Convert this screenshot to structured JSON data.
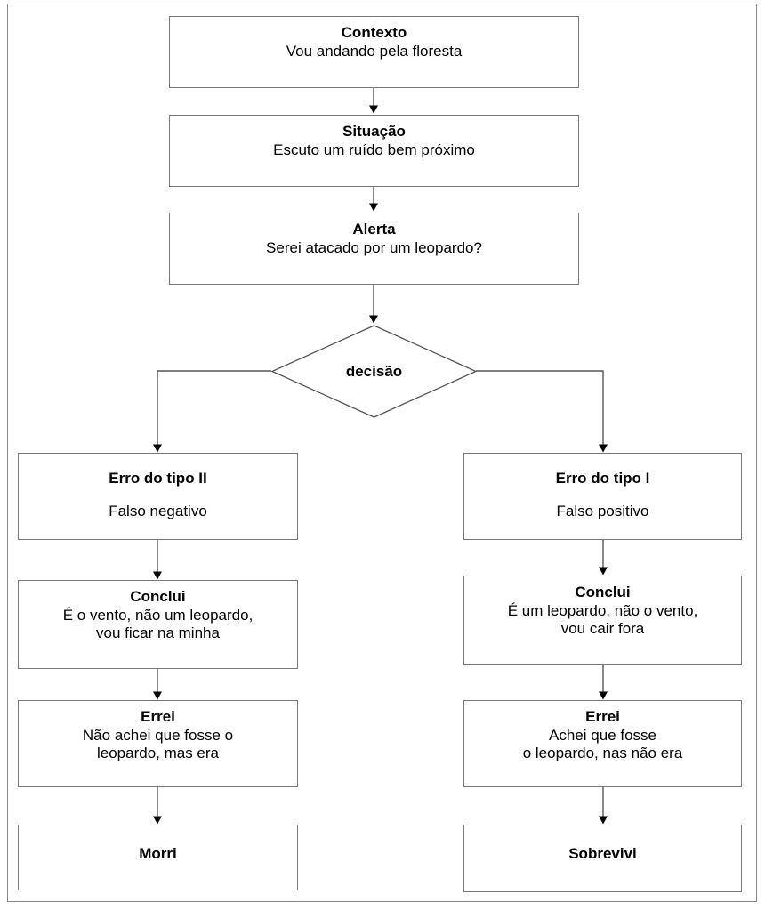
{
  "diagram": {
    "type": "flowchart",
    "language": "pt-BR",
    "decision_label": "decisão",
    "colors": {
      "box_border": "#777777",
      "frame_border": "#888888",
      "connector": "#555555",
      "arrowhead": "#000000",
      "text": "#000000",
      "background": "#ffffff"
    },
    "nodes": {
      "contexto": {
        "title": "Contexto",
        "body": "Vou andando pela floresta"
      },
      "situacao": {
        "title": "Situação",
        "body": "Escuto um ruído bem próximo"
      },
      "alerta": {
        "title": "Alerta",
        "body": "Serei atacado por um leopardo?"
      },
      "erro_tipo_2": {
        "title": "Erro do tipo II",
        "body": "Falso negativo"
      },
      "erro_tipo_1": {
        "title": "Erro do tipo I",
        "body": "Falso positivo"
      },
      "conclui_esq": {
        "title": "Conclui",
        "body": "É o vento, não um leopardo,\nvou ficar na minha"
      },
      "conclui_dir": {
        "title": "Conclui",
        "body": "É um leopardo, não o vento,\nvou cair fora"
      },
      "errei_esq": {
        "title": "Errei",
        "body": "Não achei que fosse o\nleopardo, mas era"
      },
      "errei_dir": {
        "title": "Errei",
        "body": "Achei que fosse\no leopardo, nas não era"
      },
      "morri": {
        "title": "Morri",
        "body": ""
      },
      "sobrevivi": {
        "title": "Sobrevivi",
        "body": ""
      }
    }
  }
}
